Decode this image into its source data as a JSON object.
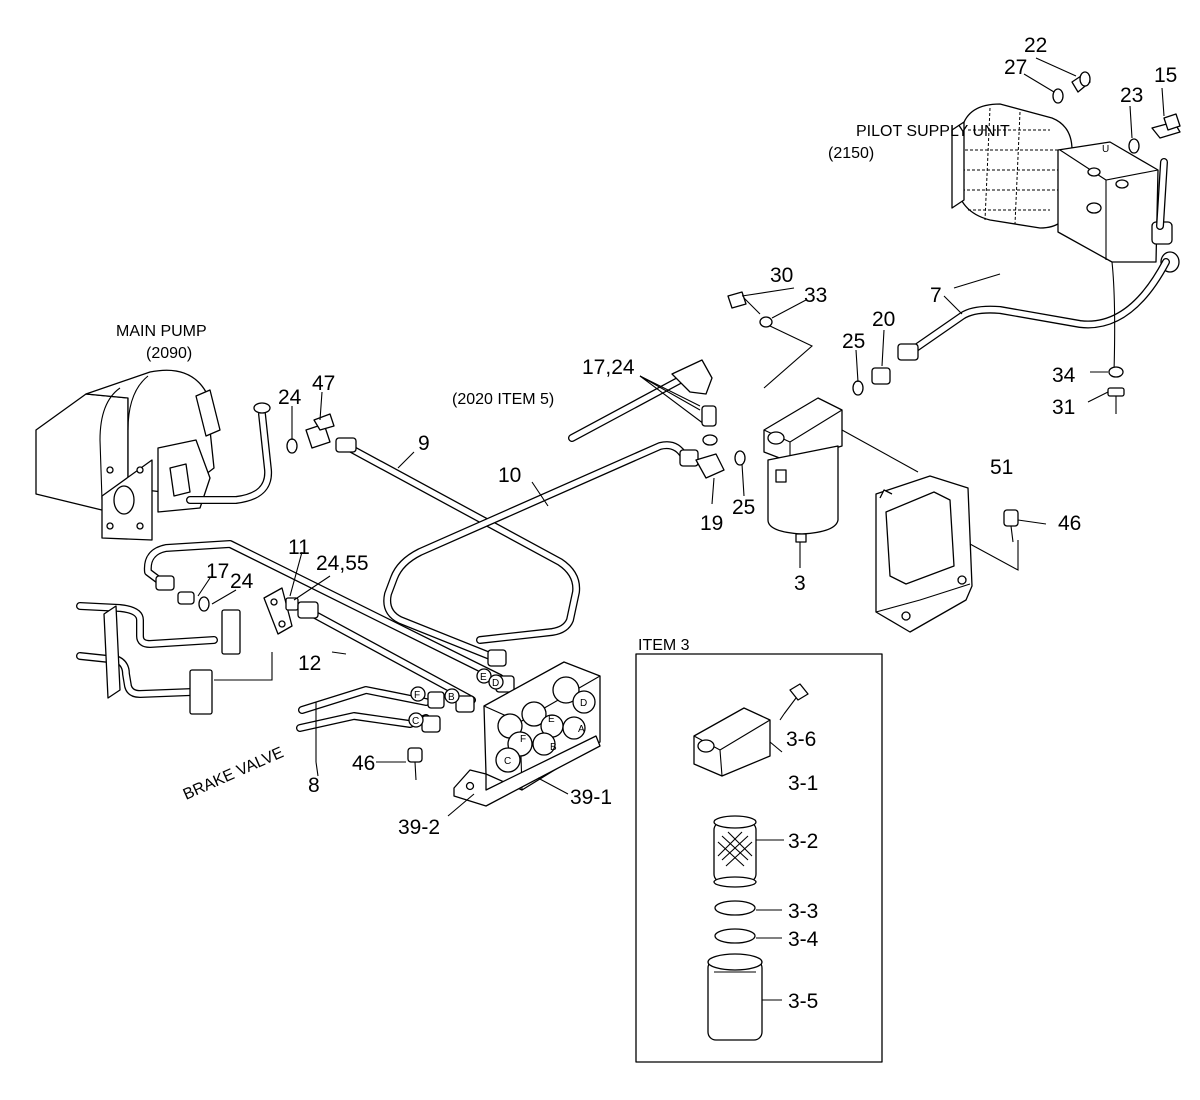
{
  "captions": {
    "pilot_supply_unit": "PILOT SUPPLY UNIT",
    "pilot_supply_ref": "(2150)",
    "main_pump": "MAIN PUMP",
    "main_pump_ref": "(2090)",
    "ref_2020": "(2020 ITEM 5)",
    "brake_valve": "BRAKE VALVE",
    "item3_title": "ITEM 3"
  },
  "labels": {
    "l22": "22",
    "l27": "27",
    "l15": "15",
    "l23": "23",
    "l30": "30",
    "l33": "33",
    "l7": "7",
    "l20": "20",
    "l25a": "25",
    "l34": "34",
    "l31": "31",
    "l1724a": "17,24",
    "l24a": "24",
    "l47": "47",
    "l9": "9",
    "l10": "10",
    "l19": "19",
    "l25b": "25",
    "l3": "3",
    "l51": "51",
    "l46a": "46",
    "l11": "11",
    "l2455": "24,55",
    "l17b": "17",
    "l24b": "24",
    "l12": "12",
    "l8": "8",
    "l46b": "46",
    "l392": "39-2",
    "l391": "39-1",
    "l36": "3-6",
    "l31i": "3-1",
    "l32": "3-2",
    "l33i": "3-3",
    "l34i": "3-4",
    "l35": "3-5"
  },
  "ports": {
    "u": "U",
    "hose_e": "E",
    "hose_b": "B",
    "hose_f": "F",
    "hose_c": "C",
    "hose_d": "D",
    "blk_d": "D",
    "blk_e": "E",
    "blk_a": "A",
    "blk_f": "F",
    "blk_b": "B",
    "blk_c": "C"
  }
}
